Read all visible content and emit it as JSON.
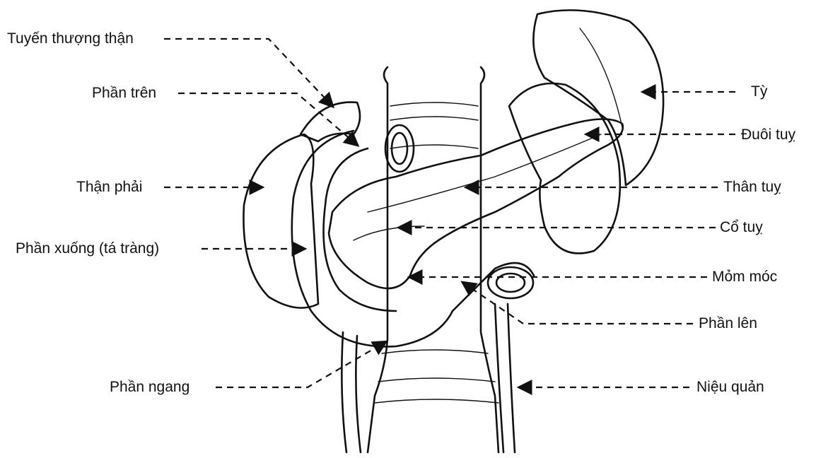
{
  "labels_left": {
    "adrenal_gland": "Tuyến thượng thận",
    "superior_part": "Phần trên",
    "right_kidney": "Thận phải",
    "descending_part": "Phần xuống (tá tràng)",
    "horizontal_part": "Phần ngang"
  },
  "labels_right": {
    "spleen": "Tỳ",
    "pancreas_tail": "Đuôi tuỵ",
    "pancreas_body": "Thân tuỵ",
    "pancreas_neck": "Cổ tuỵ",
    "uncinate_process": "Mỏm móc",
    "ascending_part": "Phần lên",
    "ureter": "Niệu quản"
  },
  "colors": {
    "ink": "#111111",
    "stipple": "#9a9a9a",
    "background": "#ffffff"
  }
}
